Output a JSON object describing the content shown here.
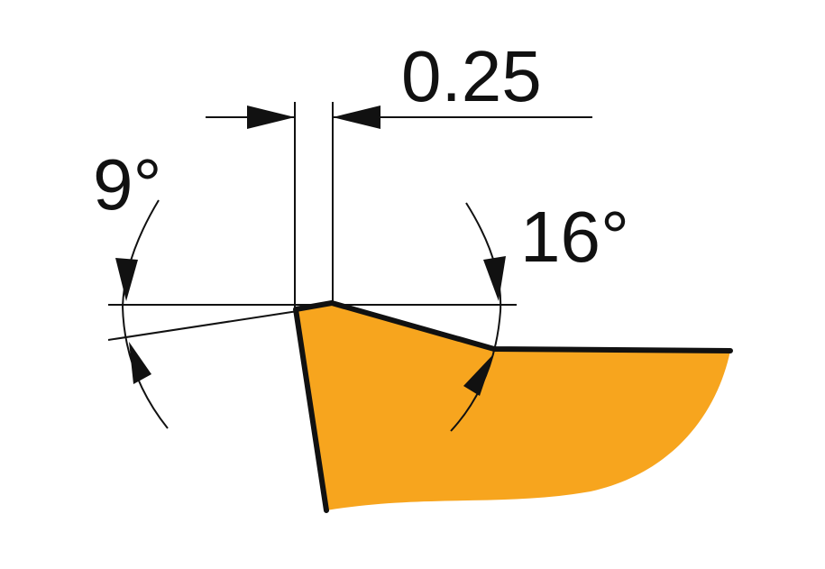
{
  "labels": {
    "width_dimension": "0.25",
    "left_angle": "9°",
    "right_angle": "16°"
  },
  "colors": {
    "insert_fill": "#F7A51E",
    "outline": "#111111",
    "background": "#FFFFFF"
  }
}
